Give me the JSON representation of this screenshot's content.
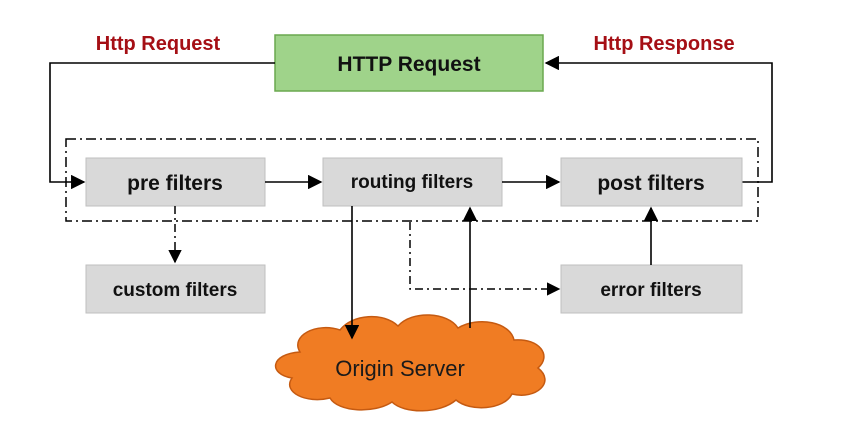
{
  "labels": {
    "left_caption": "Http Request",
    "right_caption": "Http Response"
  },
  "nodes": {
    "http_request": "HTTP Request",
    "pre_filters": "pre filters",
    "routing_filters": "routing filters",
    "post_filters": "post filters",
    "custom_filters": "custom filters",
    "error_filters": "error filters",
    "origin_server": "Origin Server"
  },
  "colors": {
    "caption": "#a50f15",
    "http_request_fill": "#9fd38a",
    "http_request_stroke": "#6aa84f",
    "filter_fill": "#d9d9d9",
    "filter_stroke": "#bfbfbf",
    "cloud_fill": "#f07c23",
    "cloud_stroke": "#c55a11",
    "line": "#000000"
  }
}
